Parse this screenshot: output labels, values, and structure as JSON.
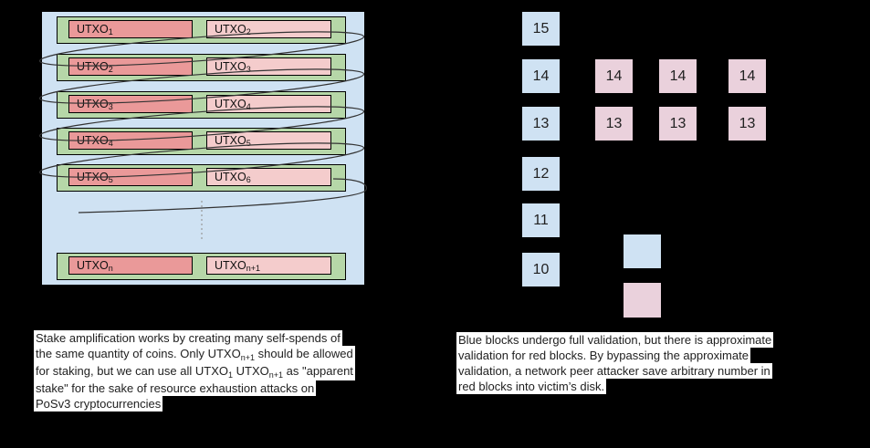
{
  "colors": {
    "background": "#000000",
    "utxo_container": "#cfe2f3",
    "utxo_row": "#b6d7a8",
    "utxo_input_box": "#ea9999",
    "utxo_output_box": "#f4cccc",
    "block_full_validation": "#cfe2f3",
    "block_approximate_validation": "#ead1dc",
    "caption_highlight": "#ffffff"
  },
  "utxo_diagram": {
    "rows": [
      {
        "left": {
          "base": "UTXO",
          "sub": "1"
        },
        "right": {
          "base": "UTXO",
          "sub": "2"
        }
      },
      {
        "left": {
          "base": "UTXO",
          "sub": "2"
        },
        "right": {
          "base": "UTXO",
          "sub": "3"
        }
      },
      {
        "left": {
          "base": "UTXO",
          "sub": "3"
        },
        "right": {
          "base": "UTXO",
          "sub": "4"
        }
      },
      {
        "left": {
          "base": "UTXO",
          "sub": "4"
        },
        "right": {
          "base": "UTXO",
          "sub": "5"
        }
      },
      {
        "left": {
          "base": "UTXO",
          "sub": "5"
        },
        "right": {
          "base": "UTXO",
          "sub": "6"
        }
      },
      {
        "left": {
          "base": "UTXO",
          "sub": "n"
        },
        "right": {
          "base": "UTXO",
          "sub": "n+1"
        }
      }
    ]
  },
  "block_diagram": {
    "main_chain": [
      "15",
      "14",
      "13",
      "12",
      "11",
      "10"
    ],
    "attack_columns": [
      {
        "blocks": [
          "14",
          "13"
        ]
      },
      {
        "blocks": [
          "14",
          "13"
        ]
      },
      {
        "blocks": [
          "14",
          "13"
        ]
      }
    ],
    "legend": {
      "full_validation_color": "#cfe2f3",
      "approximate_validation_color": "#ead1dc"
    }
  },
  "captions": {
    "left": {
      "lines": [
        [
          {
            "text": "Stake amplification works by creating many self-spends of"
          }
        ],
        [
          {
            "text": "the same quantity of coins. Only UTXO"
          },
          {
            "text": "n+1",
            "sub": true
          },
          {
            "text": " should be allowed"
          }
        ],
        [
          {
            "text": "for staking, but we can use all UTXO"
          },
          {
            "text": "1",
            "sub": true
          },
          {
            "text": " UTXO"
          },
          {
            "text": "n+1",
            "sub": true
          },
          {
            "text": " as \"apparent"
          }
        ],
        [
          {
            "text": "stake\" for the sake of resource exhaustion attacks on"
          }
        ],
        [
          {
            "text": "PoSv3 cryptocurrencies"
          }
        ]
      ]
    },
    "right": {
      "lines": [
        [
          {
            "text": "Blue blocks undergo full validation, but there is approximate"
          }
        ],
        [
          {
            "text": "validation for red blocks. By bypassing the approximate"
          }
        ],
        [
          {
            "text": "validation, a network peer attacker save arbitrary number in"
          }
        ],
        [
          {
            "text": "red blocks into victim’s disk."
          }
        ]
      ]
    }
  }
}
